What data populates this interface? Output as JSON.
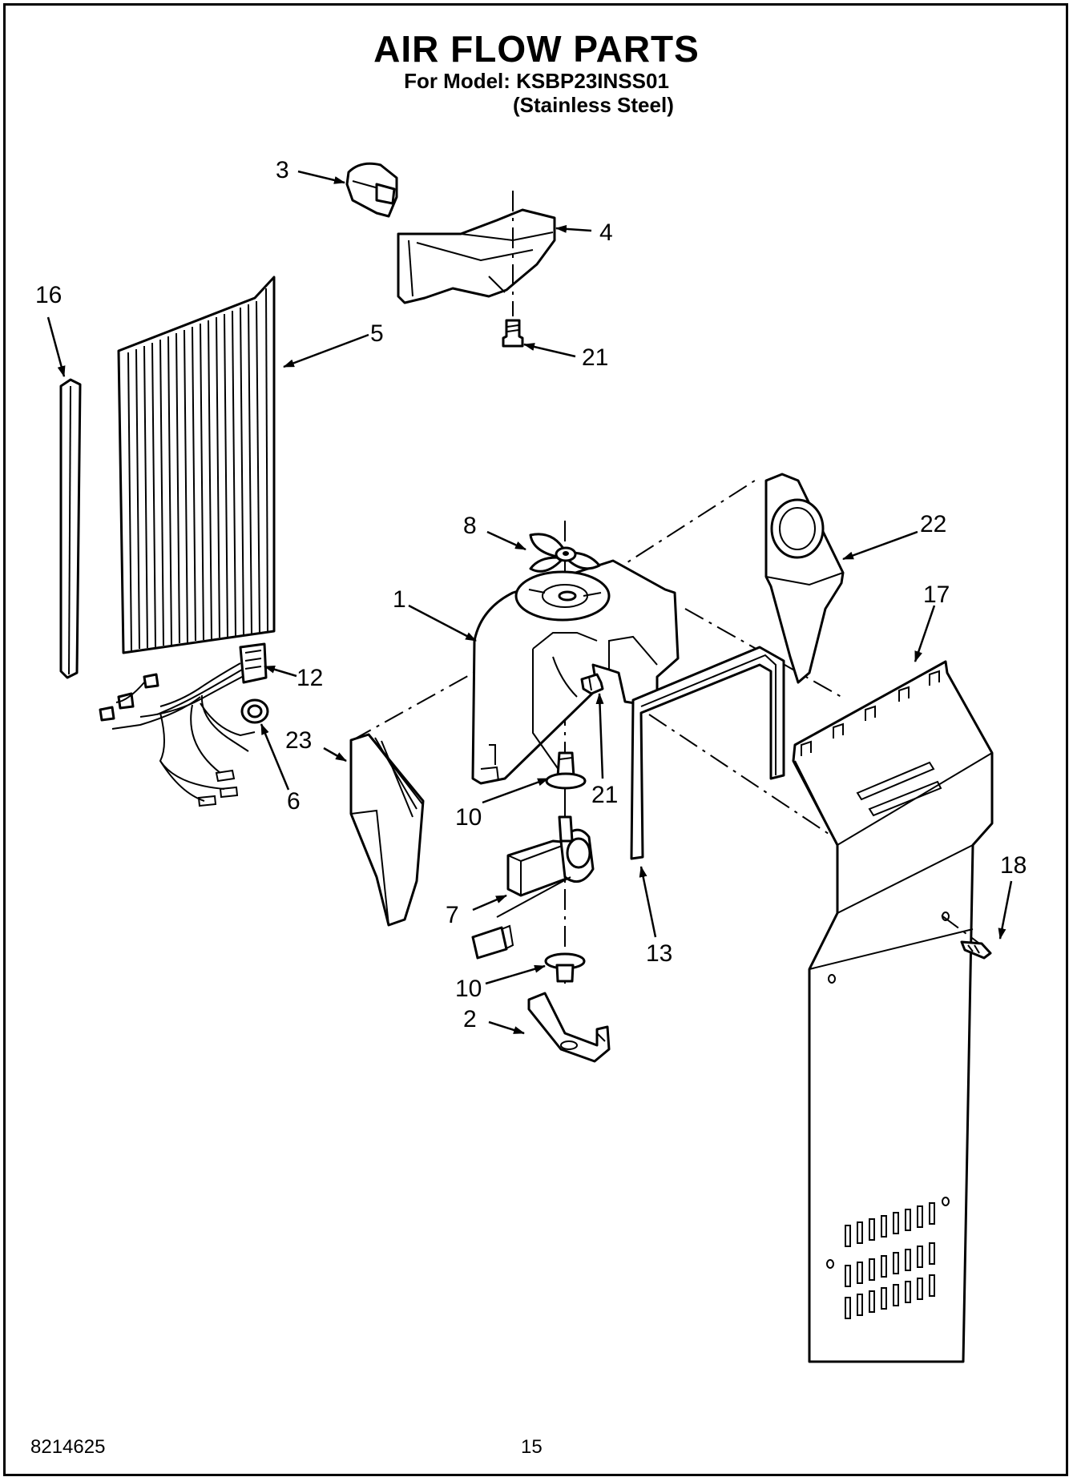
{
  "header": {
    "title": "AIR FLOW PARTS",
    "model_line": "For Model: KSBP23INSS01",
    "finish_line": "(Stainless Steel)"
  },
  "footer": {
    "document_number": "8214625",
    "page_number": "15"
  },
  "callouts": {
    "c1": "1",
    "c2": "2",
    "c3": "3",
    "c4": "4",
    "c5": "5",
    "c6": "6",
    "c7": "7",
    "c8": "8",
    "c10a": "10",
    "c10b": "10",
    "c12": "12",
    "c13": "13",
    "c16": "16",
    "c17": "17",
    "c18": "18",
    "c21a": "21",
    "c21b": "21",
    "c22": "22",
    "c23": "23"
  }
}
